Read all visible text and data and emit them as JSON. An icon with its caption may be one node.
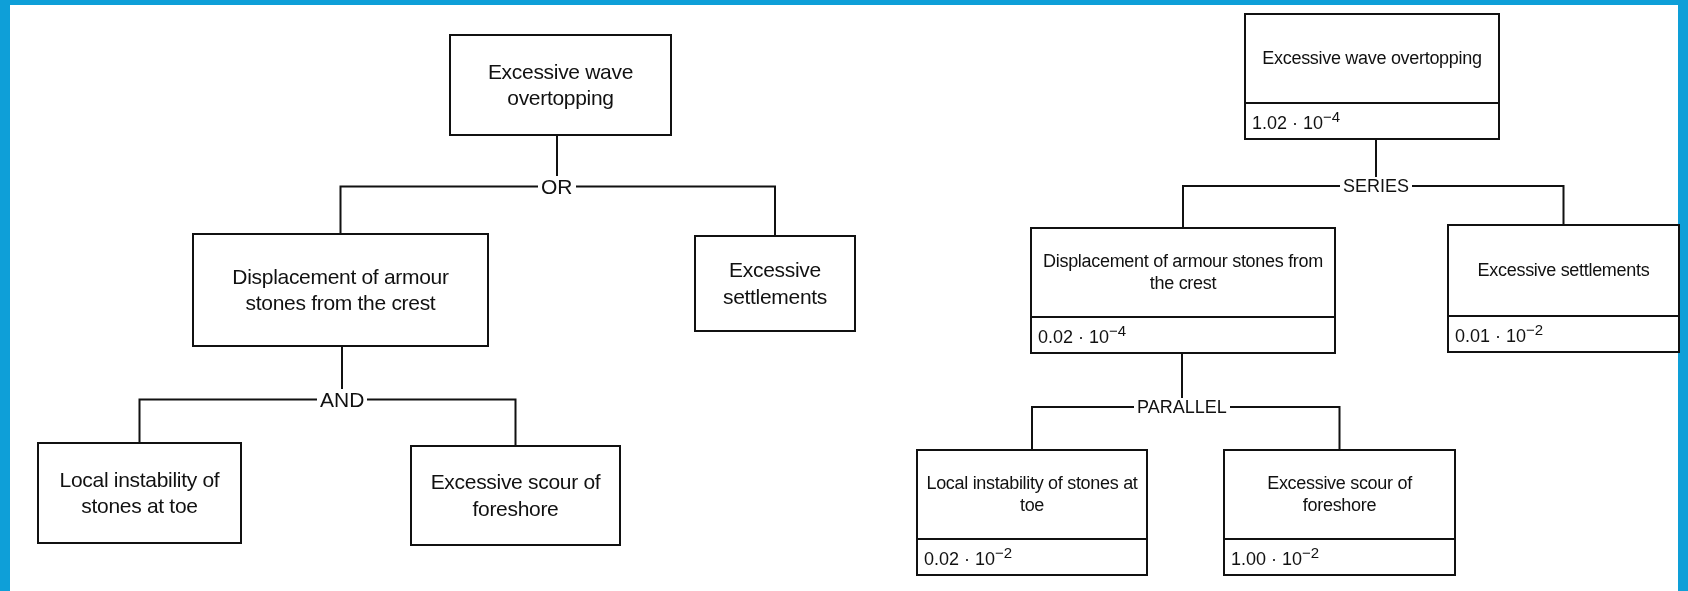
{
  "diagram": {
    "nodes": [
      {
        "text": [
          "Excessive wave overtopping"
        ]
      },
      {
        "text": [
          "OR"
        ]
      },
      {
        "text": [
          "Displacement of armour stones from the crest"
        ]
      },
      {
        "text": [
          "Excessive settlements"
        ]
      },
      {
        "text": [
          "AND"
        ]
      },
      {
        "text": [
          "Local instability of stones at toe"
        ]
      },
      {
        "text": [
          "Excessive scour of foreshore"
        ]
      },
      {
        "text": [
          "Excessive wave overtopping",
          "1.02 · 10$^{−4}$"
        ]
      },
      {
        "text": [
          "SERIES"
        ]
      },
      {
        "text": [
          "Displacement of armour stones from the crest",
          "0.02 · 10$^{−4}$"
        ]
      },
      {
        "text": [
          "Excessive settlements",
          "0.01 · 10$^{−2}$"
        ]
      },
      {
        "text": [
          "PARALLEL"
        ]
      },
      {
        "text": [
          "Local instability of stones at toe",
          "0.02 · 10$^{−2}$"
        ]
      },
      {
        "text": [
          "Excessive scour of foreshore",
          "1.00 · 10$^{−2}$"
        ]
      }
    ],
    "edges": [
      {
        "from": 0,
        "to": 1,
        "arrow": "none"
      },
      {
        "from": 1,
        "to": 2,
        "arrow": "none"
      },
      {
        "from": 1,
        "to": 3,
        "arrow": "none"
      },
      {
        "from": 2,
        "to": 4,
        "arrow": "none"
      },
      {
        "from": 4,
        "to": 5,
        "arrow": "none"
      },
      {
        "from": 4,
        "to": 6,
        "arrow": "none"
      },
      {
        "from": 7,
        "to": 8,
        "arrow": "none"
      },
      {
        "from": 8,
        "to": 9,
        "arrow": "none"
      },
      {
        "from": 8,
        "to": 10,
        "arrow": "none"
      },
      {
        "from": 9,
        "to": 11,
        "arrow": "none"
      },
      {
        "from": 11,
        "to": 12,
        "arrow": "none"
      },
      {
        "from": 11,
        "to": 13,
        "arrow": "none"
      }
    ]
  }
}
